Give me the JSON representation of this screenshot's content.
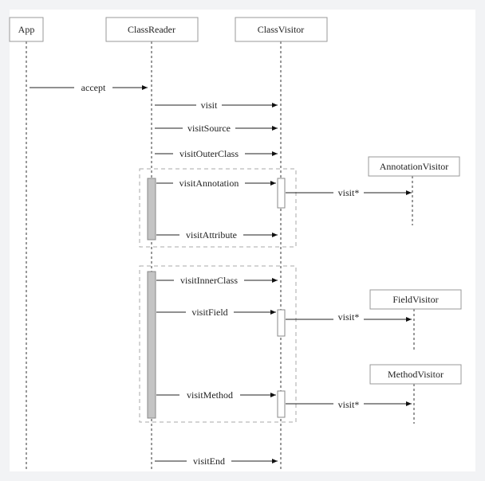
{
  "participants": {
    "app": "App",
    "class_reader": "ClassReader",
    "class_visitor": "ClassVisitor",
    "annotation_visitor": "AnnotationVisitor",
    "field_visitor": "FieldVisitor",
    "method_visitor": "MethodVisitor"
  },
  "messages": {
    "accept": "accept",
    "visit": "visit",
    "visit_source": "visitSource",
    "visit_outer_class": "visitOuterClass",
    "visit_annotation": "visitAnnotation",
    "visit_attribute": "visitAttribute",
    "visit_inner_class": "visitInnerClass",
    "visit_field": "visitField",
    "visit_method": "visitMethod",
    "visit_end": "visitEnd",
    "annotation_visit": "visit*",
    "field_visit": "visit*",
    "method_visit": "visit*"
  }
}
